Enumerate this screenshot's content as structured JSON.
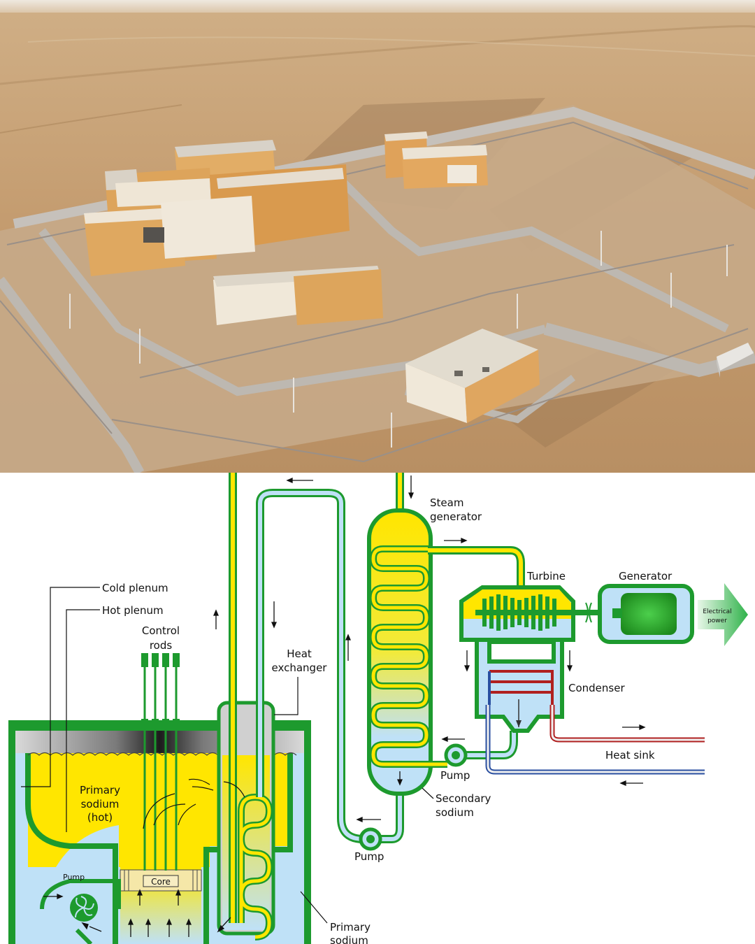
{
  "labels": {
    "cold_plenum": "Cold plenum",
    "hot_plenum": "Hot plenum",
    "control_rods_1": "Control",
    "control_rods_2": "rods",
    "heat_exchanger_1": "Heat",
    "heat_exchanger_2": "exchanger",
    "steam_generator_1": "Steam",
    "steam_generator_2": "generator",
    "turbine": "Turbine",
    "generator": "Generator",
    "electrical_power_1": "Electrical",
    "electrical_power_2": "power",
    "condenser": "Condenser",
    "heat_sink": "Heat sink",
    "pump_steam": "Pump",
    "pump_secondary": "Pump",
    "pump_primary": "Pump",
    "secondary_sodium_1": "Secondary",
    "secondary_sodium_2": "sodium",
    "primary_hot_1": "Primary",
    "primary_hot_2": "sodium",
    "primary_hot_3": "(hot)",
    "core": "Core",
    "primary_sodium_1": "Primary",
    "primary_sodium_2": "sodium"
  },
  "colors": {
    "sky": "#e6dcc8",
    "desert": "#c9a47a",
    "building_orange": "#dba35a",
    "building_light": "#efe6d4",
    "road": "#b8b2aa",
    "sodium_hot": "#ffe600",
    "sodium_cold": "#bfe1f7",
    "vessel_green": "#1d9a2e",
    "lid_gray": "#b5b5b5",
    "coolant_red": "#b02020",
    "coolant_blue": "#2a4fa0"
  }
}
